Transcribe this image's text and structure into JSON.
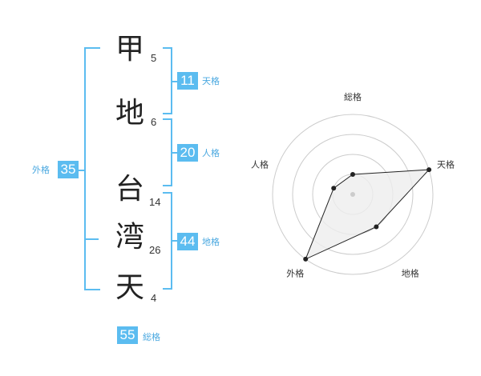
{
  "name": {
    "characters": [
      {
        "char": "甲",
        "strokes": "5"
      },
      {
        "char": "地",
        "strokes": "6"
      },
      {
        "char": "台",
        "strokes": "14"
      },
      {
        "char": "湾",
        "strokes": "26"
      },
      {
        "char": "天",
        "strokes": "4"
      }
    ]
  },
  "fortunes": {
    "tenkaku": {
      "value": "11",
      "label": "天格"
    },
    "jinkaku": {
      "value": "20",
      "label": "人格"
    },
    "chikaku": {
      "value": "44",
      "label": "地格"
    },
    "gaikaku": {
      "value": "35",
      "label": "外格"
    },
    "soukaku": {
      "value": "55",
      "label": "総格"
    }
  },
  "colors": {
    "accent": "#5bbcf0",
    "text": "#222222",
    "radar_fill": "#eeeeee"
  },
  "chart_data": {
    "type": "radar",
    "axes": [
      "総格",
      "天格",
      "地格",
      "外格",
      "人格"
    ],
    "values": [
      1,
      4,
      2,
      4,
      1
    ],
    "range": [
      0,
      4
    ],
    "rings": 4
  }
}
